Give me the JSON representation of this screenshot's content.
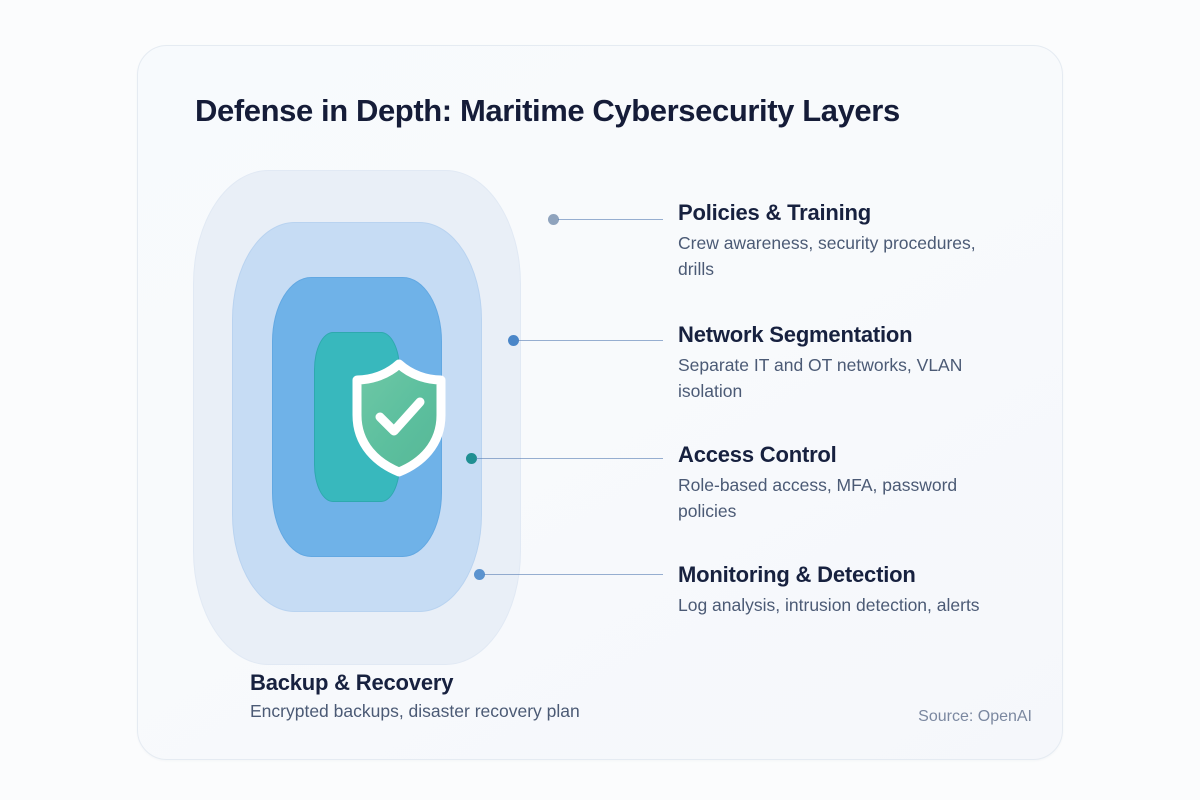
{
  "card": {
    "title": "Defense in Depth: Maritime Cybersecurity Layers",
    "source": "Source: OpenAI"
  },
  "center_icon": {
    "name": "shield-check-icon"
  },
  "layers": [
    {
      "id": "policies-training",
      "color": "#e9eff7",
      "dot_color": "#8fa3bd"
    },
    {
      "id": "network-segmentation",
      "color": "#c6dcf4",
      "dot_color": "#4a86c8"
    },
    {
      "id": "access-control",
      "color": "#6fb2e8",
      "dot_color": "#1f8f92"
    },
    {
      "id": "monitoring-detection",
      "color": "#38b8bd",
      "dot_color": "#5b93cf"
    }
  ],
  "callouts": [
    {
      "title": "Policies & Training",
      "description": "Crew awareness, security procedures, drills"
    },
    {
      "title": "Network Segmentation",
      "description": "Separate IT and OT networks, VLAN isolation"
    },
    {
      "title": "Access Control",
      "description": "Role-based access, MFA, password policies"
    },
    {
      "title": "Monitoring & Detection",
      "description": "Log analysis, intrusion detection, alerts"
    }
  ],
  "footer": {
    "title": "Backup & Recovery",
    "description": "Encrypted backups, disaster recovery plan"
  },
  "chart_data": {
    "type": "diagram",
    "title": "Defense in Depth: Maritime Cybersecurity Layers",
    "layout": "concentric-rounded-squares",
    "order": "outermost-to-innermost",
    "rings": [
      {
        "rank": 1,
        "label": "Policies & Training",
        "detail": "Crew awareness, security procedures, drills",
        "color": "#e9eff7"
      },
      {
        "rank": 2,
        "label": "Network Segmentation",
        "detail": "Separate IT and OT networks, VLAN isolation",
        "color": "#c6dcf4"
      },
      {
        "rank": 3,
        "label": "Access Control",
        "detail": "Role-based access, MFA, password policies",
        "color": "#6fb2e8"
      },
      {
        "rank": 4,
        "label": "Monitoring & Detection",
        "detail": "Log analysis, intrusion detection, alerts",
        "color": "#38b8bd"
      }
    ],
    "core": {
      "icon": "shield-check",
      "meaning": "protected asset"
    },
    "supporting": {
      "label": "Backup & Recovery",
      "detail": "Encrypted backups, disaster recovery plan"
    }
  }
}
